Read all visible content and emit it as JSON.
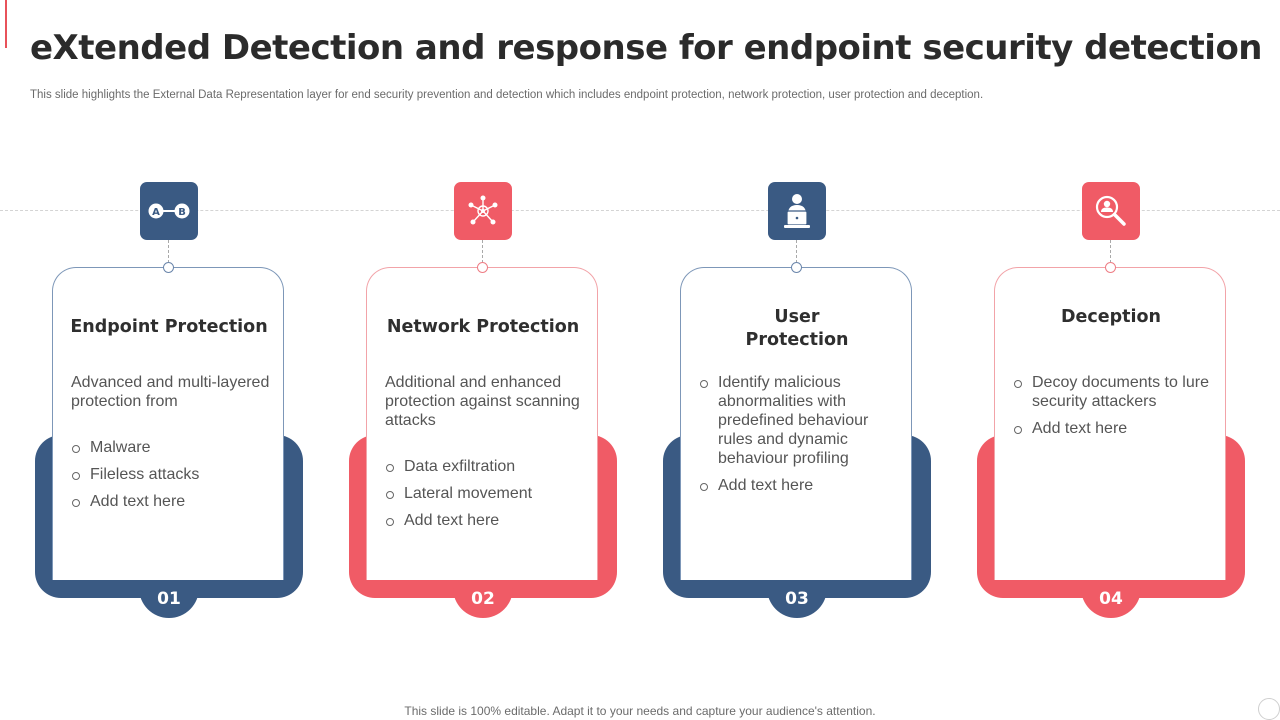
{
  "header": {
    "title": "eXtended Detection and response for endpoint security detection",
    "subtitle": "This slide highlights the External Data Representation layer for end security prevention and detection which includes endpoint protection, network protection, user protection and deception."
  },
  "colors": {
    "blue": "#3a5a83",
    "red": "#f05b66",
    "accent": "#e8525a"
  },
  "cards": [
    {
      "number": "01",
      "icon": "a-to-b-icon",
      "heading": "Endpoint Protection",
      "description": "Advanced and multi-layered protection from",
      "items": [
        "Malware",
        "Fileless attacks",
        "Add text here"
      ]
    },
    {
      "number": "02",
      "icon": "network-hub-icon",
      "heading": "Network Protection",
      "description": "Additional and enhanced protection against scanning attacks",
      "items": [
        "Data exfiltration",
        "Lateral movement",
        "Add text here"
      ]
    },
    {
      "number": "03",
      "icon": "user-laptop-icon",
      "heading_lines": [
        "User",
        "Protection"
      ],
      "items": [
        "Identify malicious abnormalities with predefined behaviour rules and dynamic behaviour profiling",
        "Add text here"
      ]
    },
    {
      "number": "04",
      "icon": "magnifier-user-icon",
      "heading": "Deception",
      "items": [
        "Decoy documents to lure security attackers",
        "Add text here"
      ]
    }
  ],
  "footer": {
    "text": "This slide is 100% editable. Adapt it to your needs and capture your audience's attention."
  }
}
